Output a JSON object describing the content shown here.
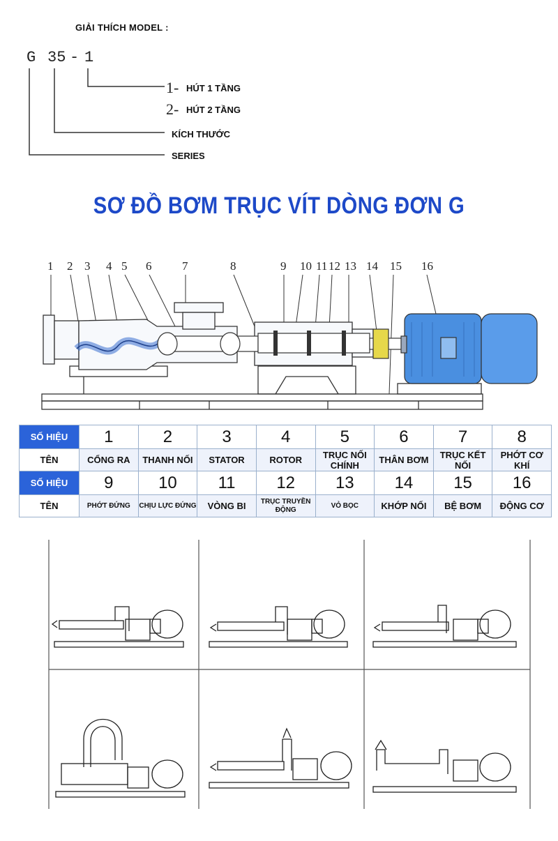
{
  "model": {
    "title": "GIẢI THÍCH MODEL :",
    "code_g": "G",
    "code_size": "35",
    "code_dash": "-",
    "code_stage": "1",
    "legend": [
      {
        "num": "1-",
        "label": "HÚT 1 TẦNG"
      },
      {
        "num": "2-",
        "label": "HÚT 2 TẦNG"
      },
      {
        "num": "",
        "label": "KÍCH THƯỚC"
      },
      {
        "num": "",
        "label": "SERIES"
      }
    ]
  },
  "heading": "SƠ ĐỒ BƠM TRỤC VÍT DÒNG ĐƠN G",
  "diagram": {
    "callouts": [
      "1",
      "2",
      "3",
      "4",
      "5",
      "6",
      "7",
      "8",
      "9",
      "10",
      "11",
      "12",
      "13",
      "14",
      "15",
      "16"
    ]
  },
  "table": {
    "header_label": "SỐ HIỆU",
    "name_label": "TÊN",
    "row1_nums": [
      "1",
      "2",
      "3",
      "4",
      "5",
      "6",
      "7",
      "8"
    ],
    "row1_names": [
      "CỔNG RA",
      "THANH NỐI",
      "STATOR",
      "ROTOR",
      "TRỤC NỐI CHÍNH",
      "THÂN BƠM",
      "TRỤC KẾT NỐI",
      "PHỚT CƠ KHÍ"
    ],
    "row2_nums": [
      "9",
      "10",
      "11",
      "12",
      "13",
      "14",
      "15",
      "16"
    ],
    "row2_names": [
      "PHỚT ĐỨNG",
      "CHỊU LỰC ĐỨNG",
      "VÒNG BI",
      "TRỤC TRUYỀN ĐỘNG",
      "VỎ BỌC",
      "KHỚP NỐI",
      "BỆ BƠM",
      "ĐỘNG CƠ"
    ]
  },
  "colors": {
    "accent": "#1d49c8",
    "header_bg": "#2b63d9",
    "motor": "#4a8fe0",
    "coupling": "#e6d84a"
  }
}
